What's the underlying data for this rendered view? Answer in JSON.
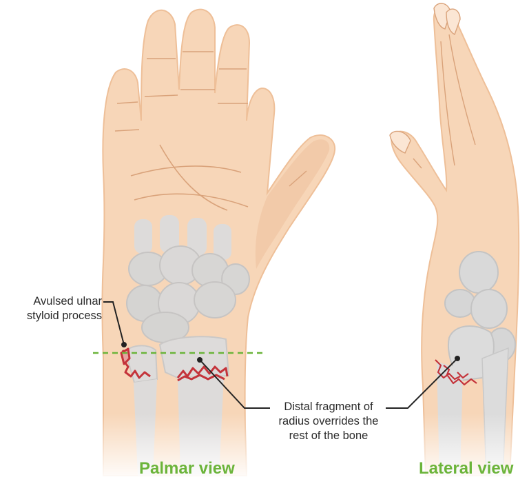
{
  "annotations": {
    "ulnar": {
      "lines": [
        "Avulsed ulnar",
        "styloid process"
      ]
    },
    "distal": {
      "lines": [
        "Distal fragment of",
        "radius overrides the",
        "rest of the bone"
      ]
    }
  },
  "views": {
    "palmar": "Palmar view",
    "lateral": "Lateral view"
  },
  "colors": {
    "skin": "#f7d6b8",
    "skin_shadow": "#eebf98",
    "skin_line": "#d9a27a",
    "bone": "#dcdcdc",
    "bone_shadow": "#c4c4c4",
    "fracture": "#c4333a",
    "reference_line": "#6bb43a",
    "title_green": "#6bb43a",
    "leader": "#222222"
  }
}
